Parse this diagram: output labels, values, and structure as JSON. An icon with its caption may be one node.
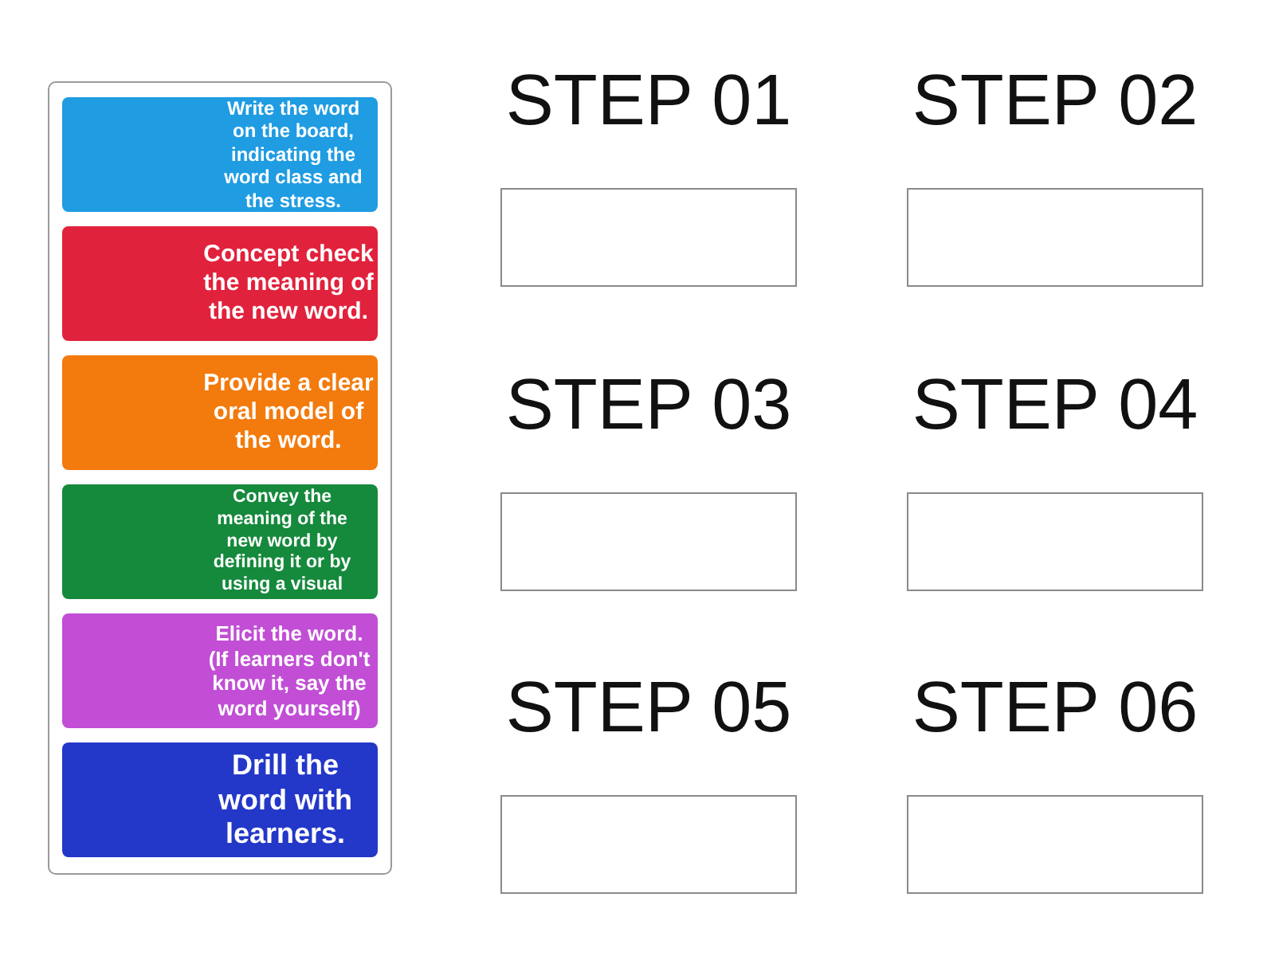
{
  "diagram": {
    "nodes": [
      {
        "text": [],
        "shape": "box"
      },
      {
        "text": [
          "Write the word on the board, indicating the word class and the stress."
        ],
        "in": 0
      },
      {
        "text": [
          "Concept check the meaning of the new word."
        ],
        "in": 0
      },
      {
        "text": [
          "Provide a clear oral model of the word."
        ],
        "in": 0
      },
      {
        "text": [
          "Convey the meaning of the new word by defining it or by using a visual"
        ],
        "in": 0
      },
      {
        "text": [
          "Elicit the word. (If learners don't know it, say the word yourself)"
        ],
        "in": 0
      },
      {
        "text": [
          "Drill the word with learners."
        ],
        "in": 0
      },
      {
        "text": [
          "STEP 01"
        ]
      },
      {
        "text": [
          "STEP 02"
        ]
      },
      {
        "text": [
          "STEP 03"
        ]
      },
      {
        "text": [
          "STEP 04"
        ]
      },
      {
        "text": [
          "STEP 05"
        ]
      },
      {
        "text": [
          "STEP 06"
        ]
      }
    ]
  }
}
